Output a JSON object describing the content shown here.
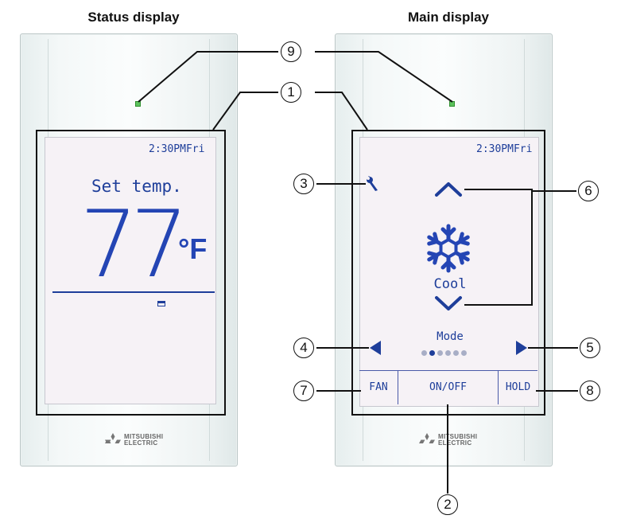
{
  "captions": {
    "status": "Status display",
    "main": "Main display"
  },
  "status_screen": {
    "clock": "2:30PMFri",
    "set_temp_label": "Set temp.",
    "temperature": "77",
    "unit": "°F"
  },
  "main_screen": {
    "clock": "2:30PMFri",
    "mode_name": "Cool",
    "mode_label": "Mode",
    "mode_dots_total": 6,
    "mode_dots_active_index": 1,
    "buttons": {
      "fan": "FAN",
      "onoff": "ON/OFF",
      "hold": "HOLD"
    }
  },
  "logo": {
    "line1": "MITSUBISHI",
    "line2": "ELECTRIC"
  },
  "callouts": {
    "n1": "1",
    "n2": "2",
    "n3": "3",
    "n4": "4",
    "n5": "5",
    "n6": "6",
    "n7": "7",
    "n8": "8",
    "n9": "9"
  },
  "colors": {
    "screen_text": "#1e3e9a",
    "digit_blue": "#2445b4",
    "led": "#5cc25c",
    "frame": "#111111"
  }
}
